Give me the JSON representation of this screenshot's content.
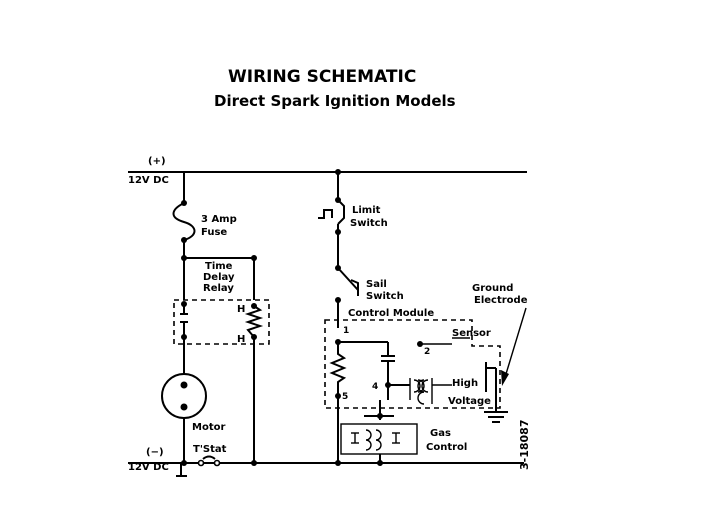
{
  "title": "WIRING SCHEMATIC",
  "subtitle": "Direct Spark Ignition Models",
  "labels": {
    "pos_sign": "(+)",
    "pos_voltage": "12V DC",
    "neg_sign": "(−)",
    "neg_voltage": "12V DC",
    "fuse_line1": "3 Amp",
    "fuse_line2": "Fuse",
    "relay_line1": "Time",
    "relay_line2": "Delay",
    "relay_line3": "Relay",
    "relay_h_top": "H",
    "relay_h_bottom": "H",
    "motor": "Motor",
    "tstat": "T'Stat",
    "limit_line1": "Limit",
    "limit_line2": "Switch",
    "sail_line1": "Sail",
    "sail_line2": "Switch",
    "control_module": "Control Module",
    "sensor": "Sensor",
    "ground_line1": "Ground",
    "ground_line2": "Electrode",
    "high_line1": "High",
    "high_line2": "Voltage",
    "gas_line1": "Gas",
    "gas_line2": "Control",
    "terminal_1": "1",
    "terminal_2": "2",
    "terminal_4": "4",
    "terminal_5": "5",
    "figure_code": "3-18087"
  }
}
